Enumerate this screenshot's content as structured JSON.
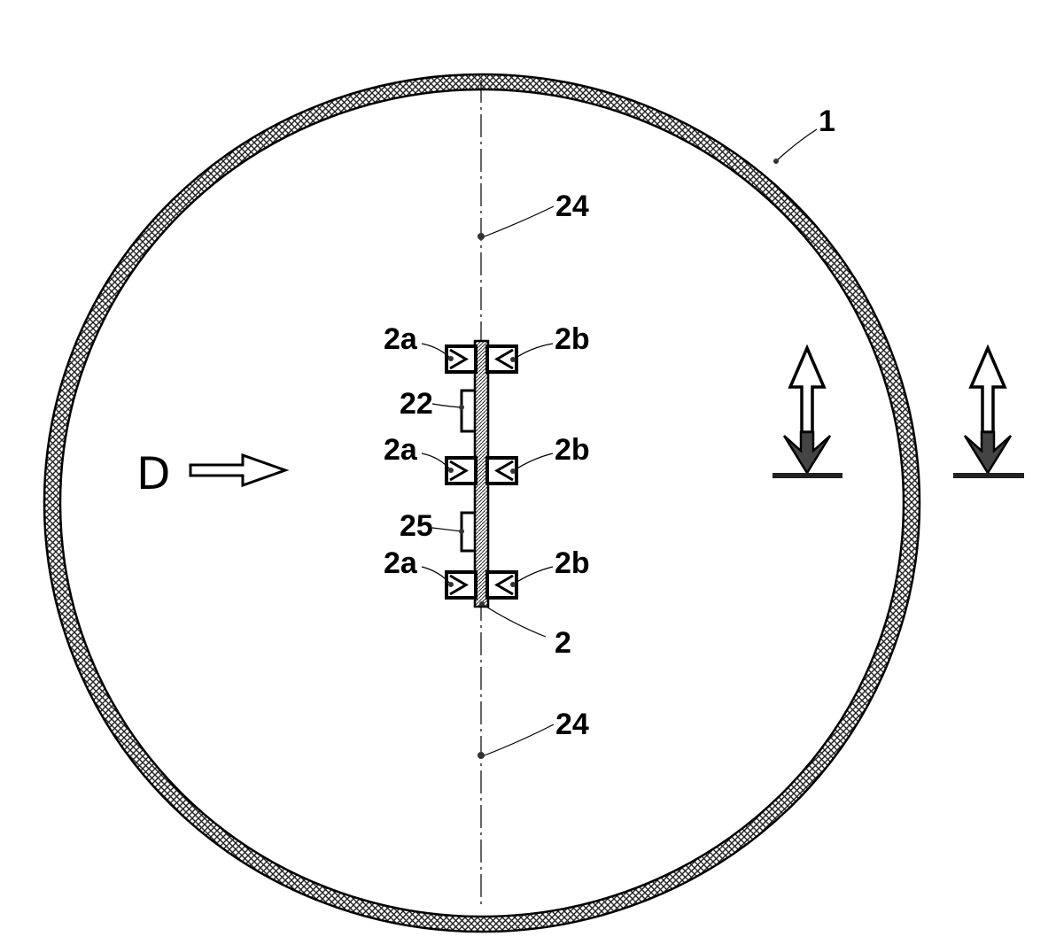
{
  "labels": {
    "pipe": "1",
    "upper_axis_point": "24",
    "lower_axis_point": "24",
    "left_top_roller": "2a",
    "right_top_roller": "2b",
    "left_mid_roller": "2a",
    "right_mid_roller": "2b",
    "left_bottom_roller": "2a",
    "right_bottom_roller": "2b",
    "upper_bracket": "22",
    "lower_bracket": "25",
    "plate": "2",
    "view_direction": "D"
  },
  "colors": {
    "line": "#000000",
    "hatch": "#222222",
    "background": "#ffffff"
  },
  "icons": {
    "view_arrow": "hollow-right-arrow-icon",
    "orientation_marks": "up-down-arrow-on-base-icon"
  }
}
